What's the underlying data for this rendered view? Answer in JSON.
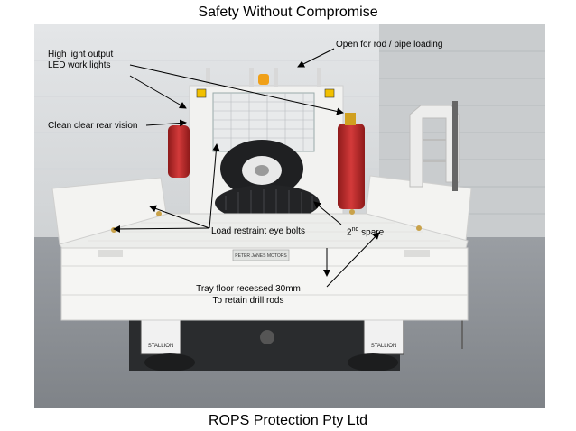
{
  "title": "Safety Without Compromise",
  "footer": "ROPS Protection Pty Ltd",
  "labels": {
    "led_line1": "High light output",
    "led_line2": "LED work lights",
    "rod_loading": "Open for rod / pipe loading",
    "rear_vision": "Clean clear rear vision",
    "eye_bolts": "Load restraint eye bolts",
    "spare_base": "2",
    "spare_sup": "nd",
    "spare_rest": " spare",
    "tray_line1": "Tray floor recessed 30mm",
    "tray_line2": "To retain drill rods"
  },
  "photo_text": {
    "tray_plate": "PETER JANES MOTORS",
    "mudflap_left": "STALLION",
    "mudflap_right": "STALLION"
  }
}
